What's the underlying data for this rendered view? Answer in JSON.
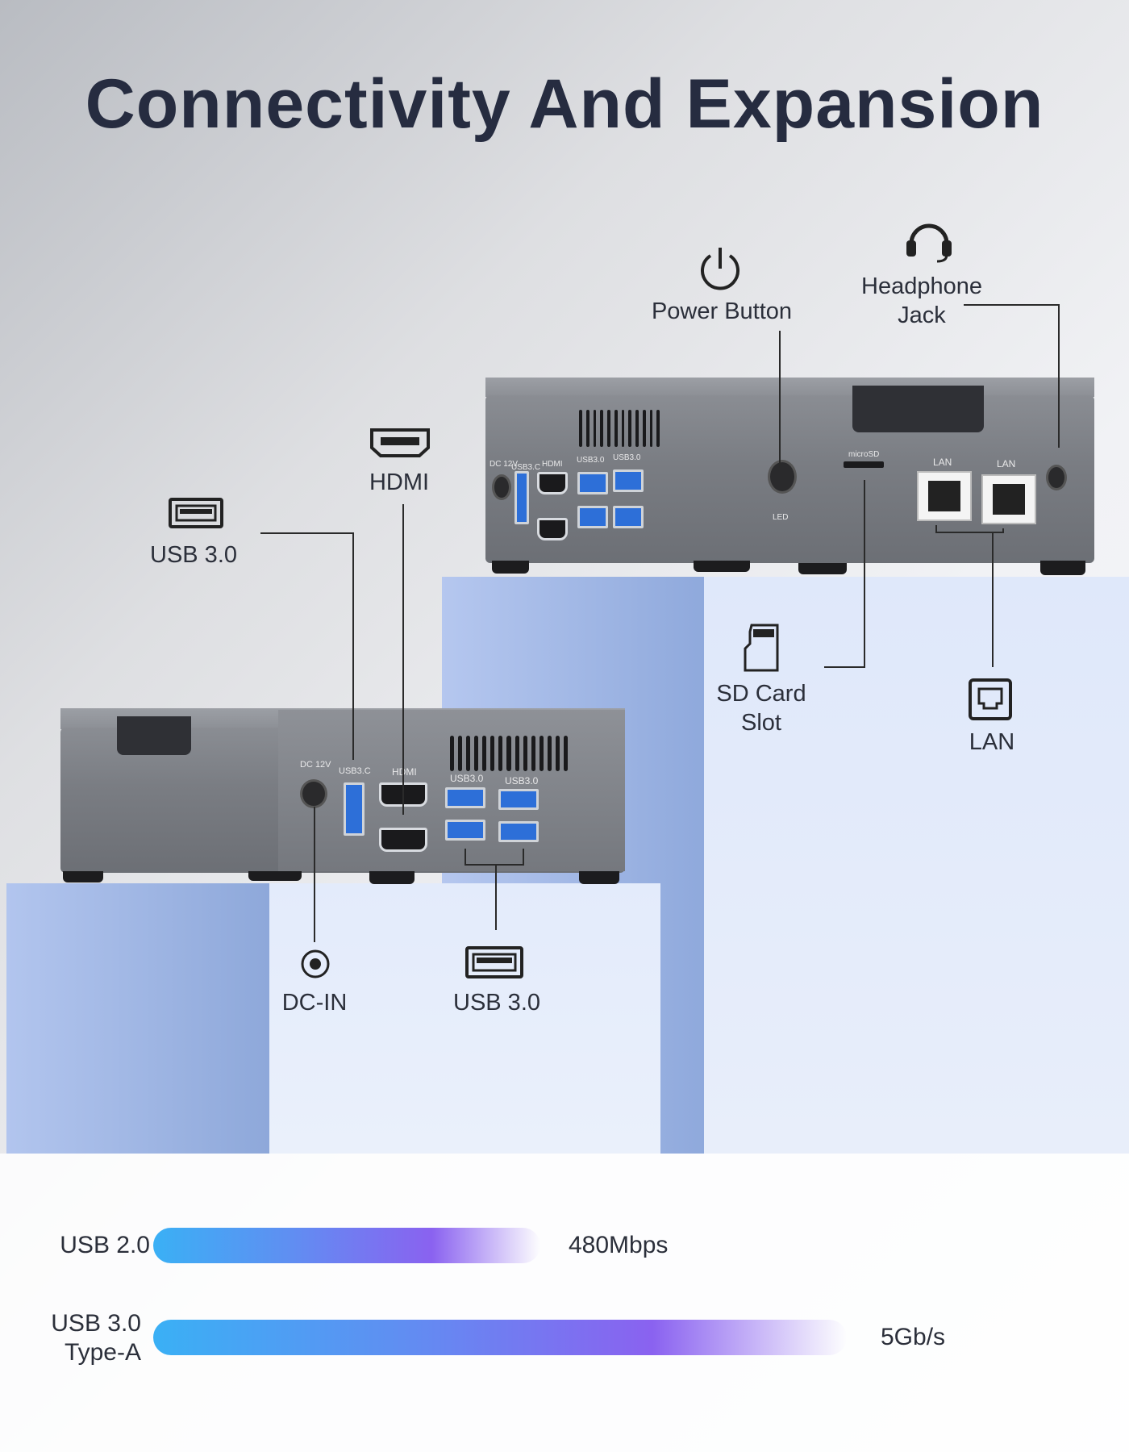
{
  "title": "Connectivity And Expansion",
  "callouts": {
    "power_button": "Power Button",
    "headphone_jack_line1": "Headphone",
    "headphone_jack_line2": "Jack",
    "hdmi": "HDMI",
    "usb30_left": "USB 3.0",
    "sd_card_line1": "SD Card",
    "sd_card_line2": "Slot",
    "lan": "LAN",
    "dc_in": "DC-IN",
    "usb30_bottom": "USB 3.0"
  },
  "device_labels": {
    "dc12v": "DC 12V",
    "usb3c": "USB3.C",
    "hdmi": "HDMI",
    "usb30a": "USB3.0",
    "usb30b": "USB3.0",
    "microsd": "microSD",
    "lan1": "LAN",
    "lan2": "LAN",
    "led": "LED"
  },
  "speeds": [
    {
      "label_line1": "USB 2.0",
      "label_line2": "",
      "value": "480Mbps"
    },
    {
      "label_line1": "USB 3.0",
      "label_line2": "Type-A",
      "value": "5Gb/s"
    }
  ],
  "colors": {
    "title": "#262c40",
    "bar_start": "#3ab0f5",
    "bar_end": "#8a62f0",
    "pedestal": "#c7d6f3"
  }
}
